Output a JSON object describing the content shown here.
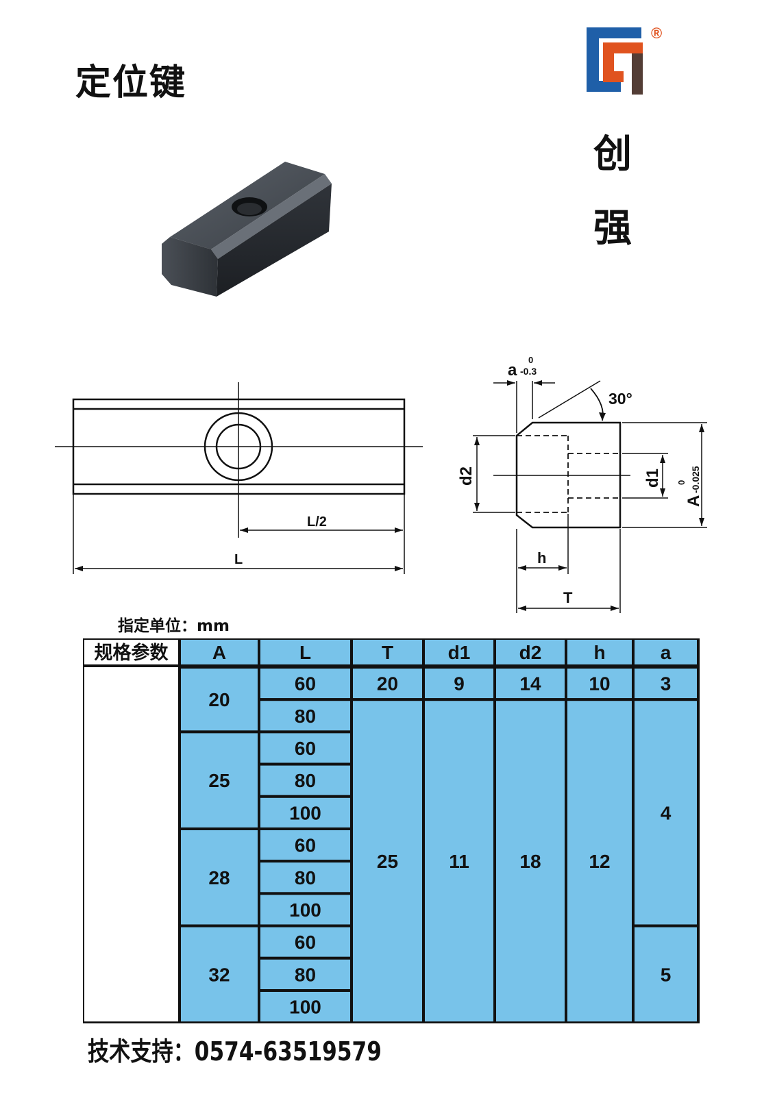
{
  "title": "定位键",
  "brand": {
    "logo_icon": "cq-logo-icon",
    "registered": "®",
    "char1": "创",
    "char2": "强",
    "colors": {
      "blue": "#1f5fa8",
      "orange": "#e0531f",
      "dark": "#3a3a3a"
    }
  },
  "photo": {
    "icon": "locating-key-photo"
  },
  "drawing": {
    "label_half_length": "L/2",
    "label_length": "L",
    "label_a": "a",
    "tol_a_upper": "0",
    "tol_a_lower": "-0.3",
    "label_angle": "30°",
    "label_d2": "d2",
    "label_d1": "d1",
    "label_A": "A",
    "tol_A_upper": "0",
    "tol_A_lower": "-0.025",
    "label_h": "h",
    "label_T": "T"
  },
  "unit_note": "指定单位：mm",
  "table": {
    "corner_label": "规格参数",
    "headers": [
      "A",
      "L",
      "T",
      "d1",
      "d2",
      "h",
      "a"
    ],
    "colors": {
      "cell_fill": "#78c3ea",
      "border": "#111111"
    },
    "A_groups": [
      "20",
      "25",
      "28",
      "32"
    ],
    "L_values": [
      "60",
      "80",
      "60",
      "80",
      "100",
      "60",
      "80",
      "100",
      "60",
      "80",
      "100"
    ],
    "first_row": {
      "T": "20",
      "d1": "9",
      "d2": "14",
      "h": "10",
      "a": "3"
    },
    "merged": {
      "T": "25",
      "d1": "11",
      "d2": "18",
      "h": "12",
      "a_upper": "4",
      "a_lower": "5"
    }
  },
  "footer": "技术支持：0574-63519579"
}
